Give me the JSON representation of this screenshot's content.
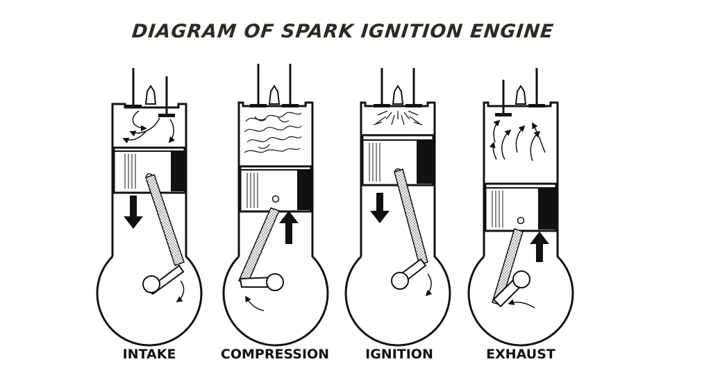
{
  "title": "DIAGRAM OF SPARK IGNITION ENGINE",
  "colors": {
    "ink": "#111111",
    "title": "#2b2b24",
    "background": "#ffffff"
  },
  "strokes": [
    {
      "label": "INTAKE",
      "piston_direction": "down",
      "valves": "intake-open",
      "gas": "swirl"
    },
    {
      "label": "COMPRESSION",
      "piston_direction": "up",
      "valves": "closed",
      "gas": "compressed"
    },
    {
      "label": "IGNITION",
      "piston_direction": "down",
      "valves": "closed",
      "gas": "spark"
    },
    {
      "label": "EXHAUST",
      "piston_direction": "up",
      "valves": "exhaust-open",
      "gas": "outflow"
    }
  ]
}
